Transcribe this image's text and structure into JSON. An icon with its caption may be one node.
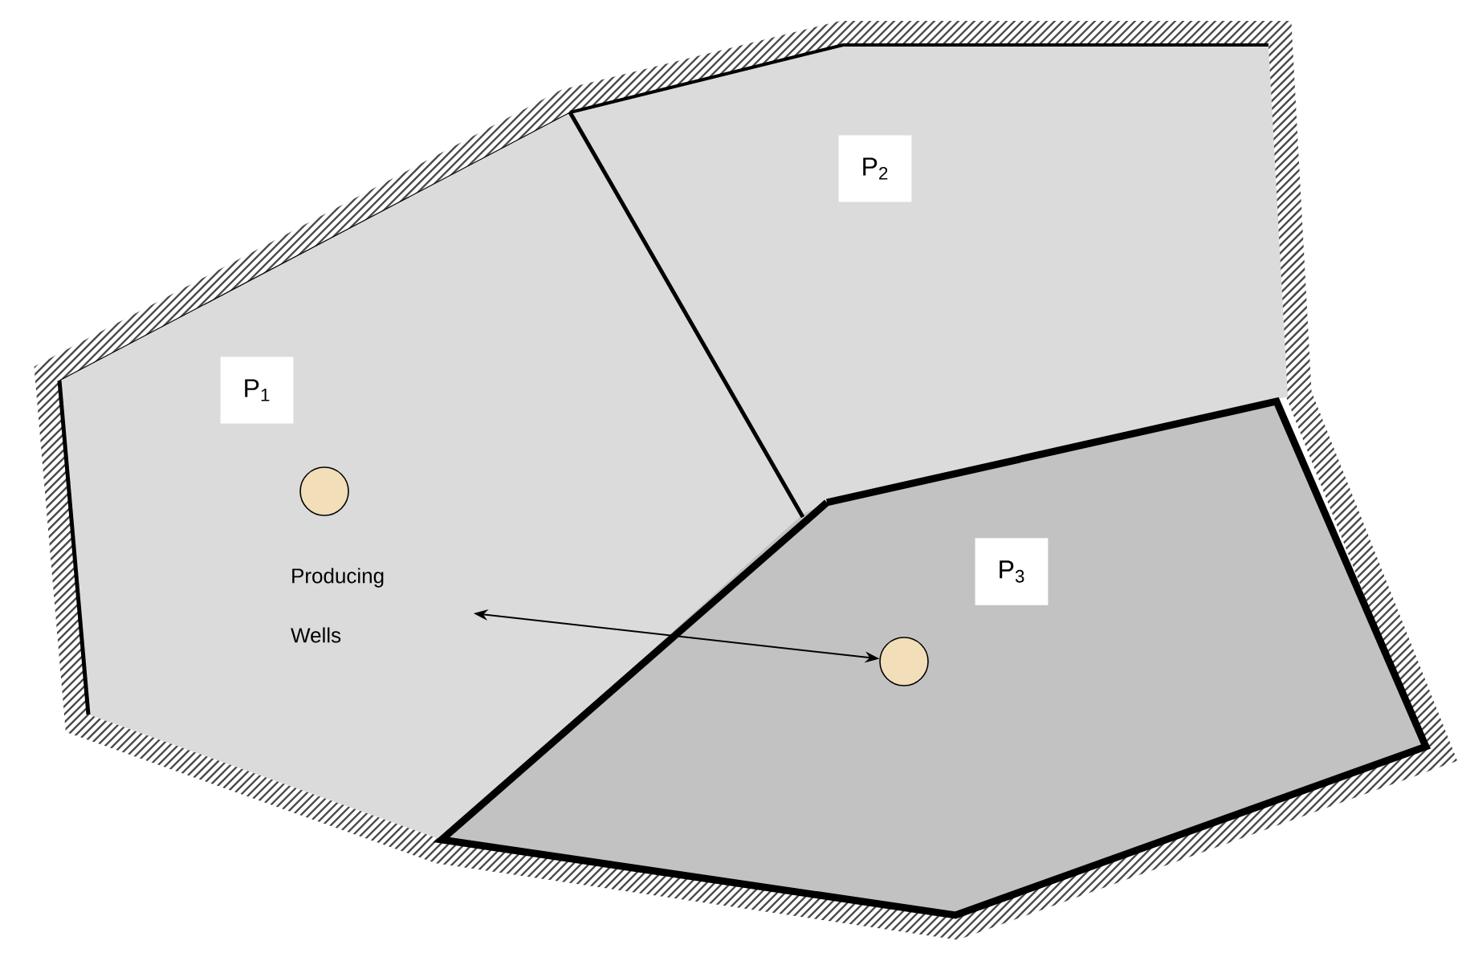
{
  "diagram": {
    "nodes": [
      {
        "text": [
          "P$_{1}$"
        ]
      },
      {
        "text": [
          "P$_{2}$"
        ]
      },
      {
        "text": [
          "P$_{3}$"
        ]
      },
      {
        "text": [],
        "shape": "circle",
        "in": 0
      },
      {
        "text": [],
        "shape": "circle",
        "in": 2
      },
      {
        "text": [
          "Producing Wells"
        ],
        "in": 0
      }
    ],
    "edges": [
      {
        "from": 5,
        "to": 4,
        "arrow": "both"
      }
    ]
  }
}
